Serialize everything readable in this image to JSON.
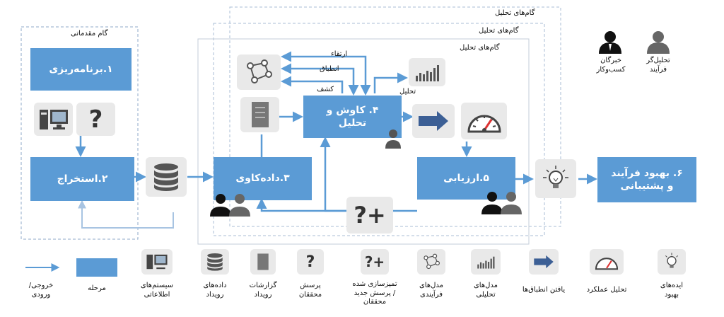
{
  "stages": {
    "s1": "۱.برنامه‌ریزی",
    "s2": "۲.استخراج",
    "s3": "۳.داده‌کاوی",
    "s4": "۴. کاوش و تحلیل",
    "s5": "۵.ارزیابی",
    "s6": "۶. بهبود فرآیند و پشتیبانی"
  },
  "frames": {
    "preliminary": "گام مقدماتی",
    "analysis_1": "گام‌های تحلیل",
    "analysis_2": "گام‌های تحلیل",
    "analysis_3": "گام‌های تحلیل"
  },
  "arrows": {
    "promotion": "ارتقاء",
    "conformance": "انطباق",
    "discovery": "کشف",
    "analysis": "تحلیل"
  },
  "roles": {
    "business_expert": "خبرگان\nکسب‌وکار",
    "process_analyst": "تحلیل‌گر\nفرآیند"
  },
  "legend": {
    "io": "خروجی/\nورودی",
    "stage": "مرحله",
    "info_systems": "سیستم‌های\nاطلاعاتی",
    "event_data": "داده‌های\nرویداد",
    "event_reports": "گزارشات\nرویداد",
    "analyst_questions": "پرسش\nمحققان",
    "refined_questions": "تمیزسازی شده\n/ پرسش جدید\nمحققان",
    "process_models": "مدل‌های\nفرآیندی",
    "analytic_models": "مدل‌های\nتحلیلی",
    "finding_conformance": "یافتن انطباق‌ها",
    "performance_analysis": "تحلیل عملکرد",
    "improvement_ideas": "ایده‌های\nبهبود"
  },
  "icons": {
    "question": "?",
    "question_plus": "?+"
  },
  "colors": {
    "stage_fill": "#5b9bd5",
    "arrow": "#5b9bd5",
    "tile": "#e9e9e9"
  }
}
